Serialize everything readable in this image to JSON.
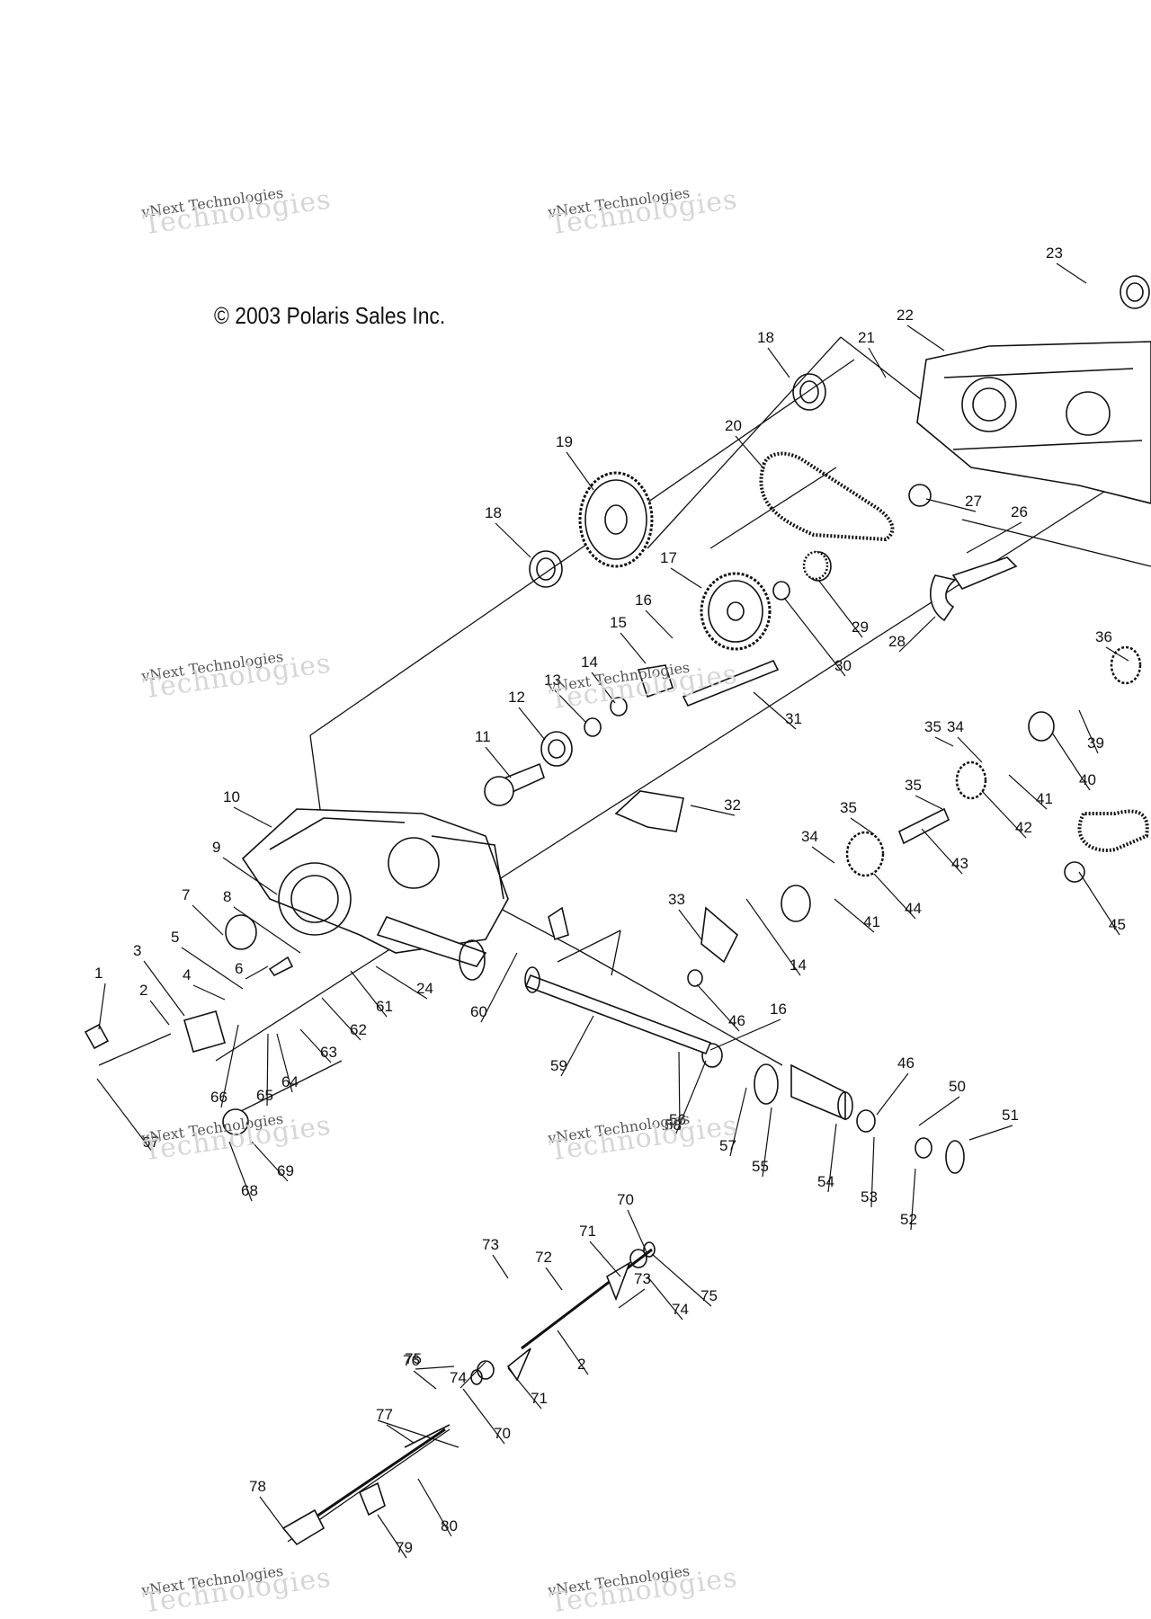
{
  "copyright": "© 2003 Polaris Sales Inc.",
  "watermark": {
    "small": "vNext Technologies",
    "large": "Technologies"
  },
  "part_labels": [
    "1",
    "2",
    "3",
    "4",
    "5",
    "6",
    "7",
    "8",
    "9",
    "10",
    "11",
    "12",
    "13",
    "14",
    "15",
    "16",
    "17",
    "18",
    "18",
    "19",
    "20",
    "21",
    "22",
    "23",
    "24",
    "26",
    "27",
    "28",
    "29",
    "30",
    "31",
    "32",
    "33",
    "34",
    "34",
    "35",
    "35",
    "35",
    "36",
    "39",
    "40",
    "41",
    "41",
    "42",
    "43",
    "44",
    "45",
    "46",
    "46",
    "50",
    "51",
    "52",
    "53",
    "54",
    "55",
    "56",
    "57",
    "58",
    "59",
    "60",
    "61",
    "62",
    "63",
    "64",
    "65",
    "66",
    "67",
    "68",
    "69",
    "70",
    "70",
    "71",
    "71",
    "72",
    "73",
    "73",
    "74",
    "74",
    "75",
    "75",
    "76",
    "77",
    "78",
    "79",
    "80",
    "2",
    "14",
    "16"
  ]
}
